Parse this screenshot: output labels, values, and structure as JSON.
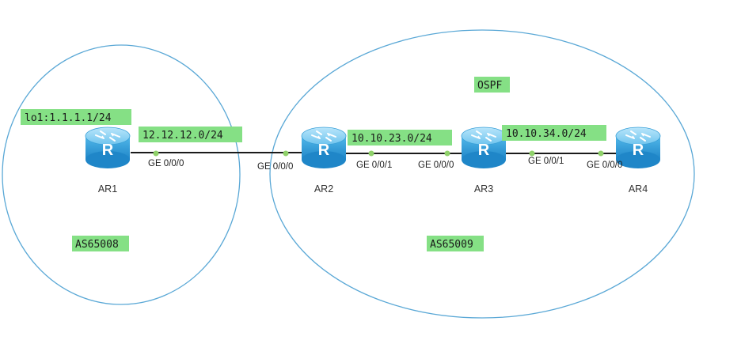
{
  "colors": {
    "area_outline": "#5aa8d6",
    "link_line": "#1a1a1a",
    "link_dot": "#8fd16a",
    "label_highlight": "#85e085",
    "router_body": "#3aa7e0",
    "router_top": "#8fd3f5"
  },
  "areas": {
    "as65008": {
      "label": "AS65008"
    },
    "as65009": {
      "label": "AS65009",
      "protocol_label": "OSPF"
    }
  },
  "networks": {
    "loopback_ar1": "lo1:1.1.1.1/24",
    "link_ar1_ar2": "12.12.12.0/24",
    "link_ar2_ar3": "10.10.23.0/24",
    "link_ar3_ar4": "10.10.34.0/24"
  },
  "routers": [
    {
      "name": "AR1",
      "icon": "router-icon",
      "icon_letter": "R"
    },
    {
      "name": "AR2",
      "icon": "router-icon",
      "icon_letter": "R"
    },
    {
      "name": "AR3",
      "icon": "router-icon",
      "icon_letter": "R"
    },
    {
      "name": "AR4",
      "icon": "router-icon",
      "icon_letter": "R"
    }
  ],
  "ports": {
    "ar1_ge000": "GE 0/0/0",
    "ar2_ge000": "GE 0/0/0",
    "ar2_ge001": "GE 0/0/1",
    "ar3_ge000": "GE 0/0/0",
    "ar3_ge001": "GE 0/0/1",
    "ar4_ge000": "GE 0/0/0"
  }
}
